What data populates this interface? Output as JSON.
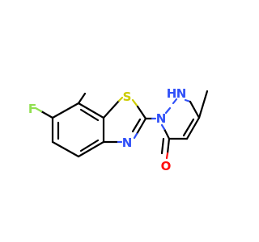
{
  "atoms": {
    "fluorine": {
      "label": "F",
      "color": "#90e050"
    },
    "sulfur": {
      "label": "S",
      "color": "#cccc00"
    },
    "thiazole_nitrogen": {
      "label": "N",
      "color": "#3050f8"
    },
    "pyrazole_nitrogen": {
      "label": "N",
      "color": "#3050f8"
    },
    "pyrazole_nh": {
      "label": "H",
      "color": "#3050f8"
    },
    "pyrazole_nh_n": {
      "label": "N",
      "color": "#3050f8"
    },
    "oxygen": {
      "label": "O",
      "color": "#ff0d0d"
    }
  }
}
